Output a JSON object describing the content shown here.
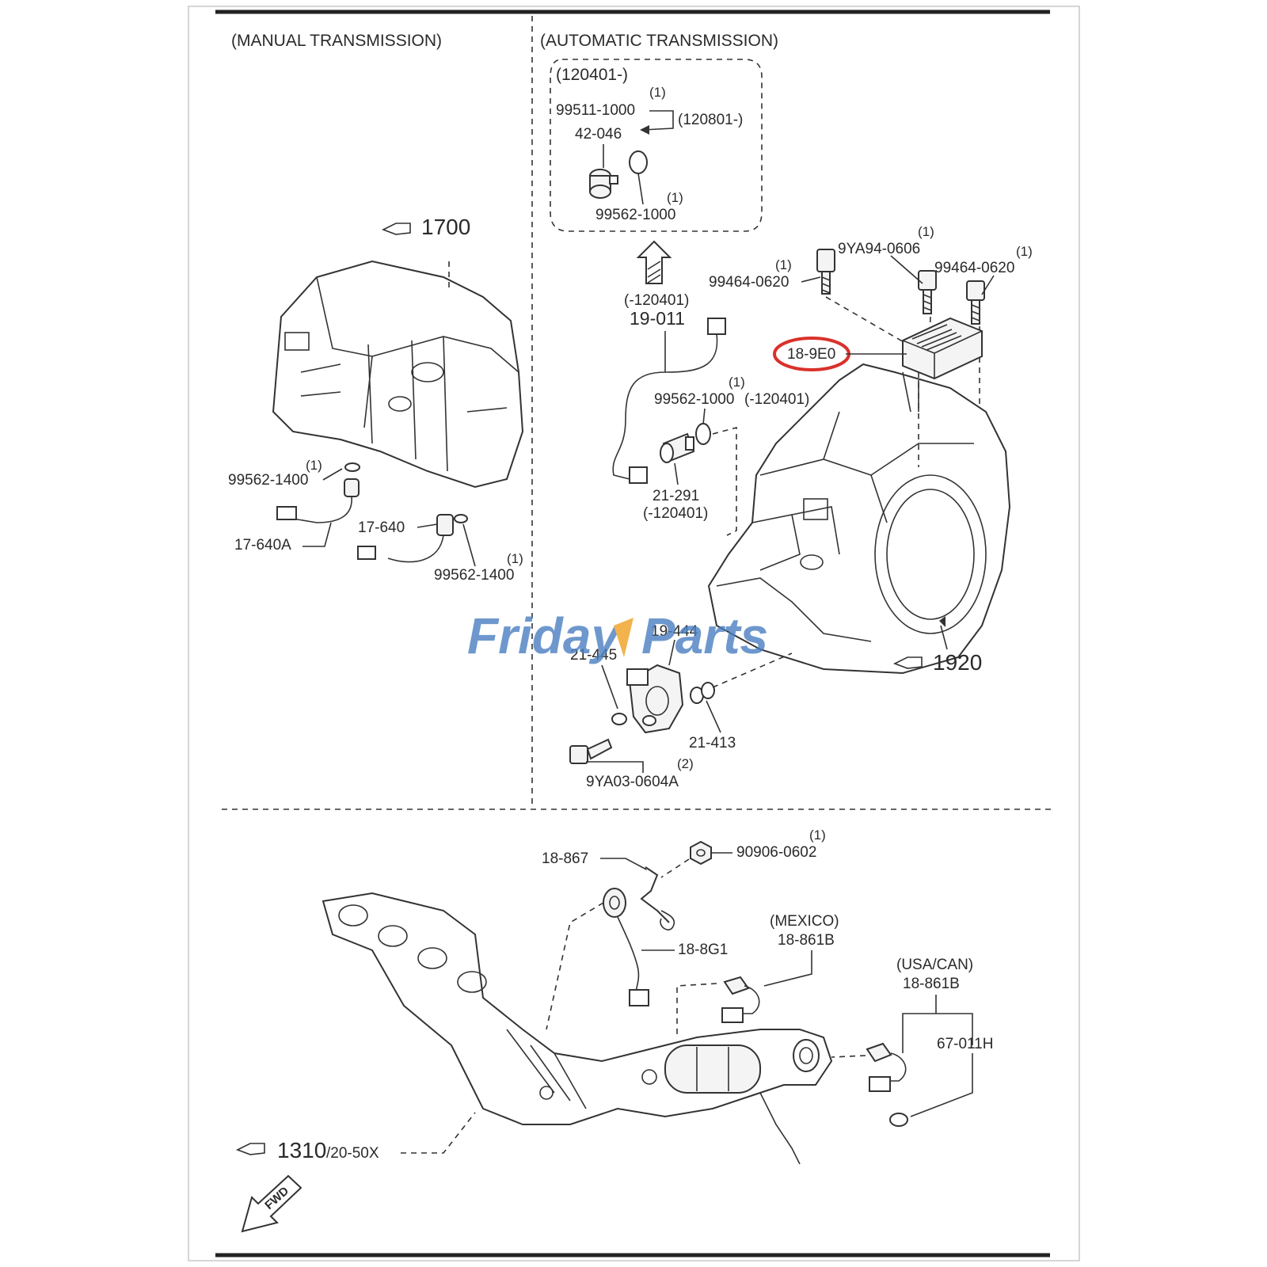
{
  "sections": {
    "manual": "(MANUAL TRANSMISSION)",
    "automatic": "(AUTOMATIC TRANSMISSION)"
  },
  "inset": {
    "title": "(120401-)"
  },
  "watermark": {
    "word1": "Friday",
    "word2": "Parts",
    "color1": "#4a7fc1",
    "color2": "#f0a020"
  },
  "highlight_color": "#d9312b",
  "ref_icon": "pointing-hand-icon",
  "labels": {
    "m_ref_1700": "1700",
    "m_q1": "(1)",
    "m_99562_a": "99562-1400",
    "m_17640a": "17-640A",
    "m_17640": "17-640",
    "m_q2": "(1)",
    "m_99562_b": "99562-1400",
    "i_q1": "(1)",
    "i_99511": "99511-1000",
    "i_120801": "(120801-)",
    "i_42046": "42-046",
    "i_q2": "(1)",
    "i_99562": "99562-1000",
    "a_q1": "(1)",
    "a_9ya94": "9YA94-0606",
    "a_q2": "(1)",
    "a_99464_r": "99464-0620",
    "a_q3": "(1)",
    "a_99464_l": "99464-0620",
    "a_m120401_a": "(-120401)",
    "a_19011": "19-011",
    "a_189e0": "18-9E0",
    "a_q4": "(1)",
    "a_99562": "99562-1000",
    "a_m120401_b": "(-120401)",
    "a_21291": "21-291",
    "a_m120401_c": "(-120401)",
    "a_19444": "19-444",
    "a_21445": "21-445",
    "a_ref_1920": "1920",
    "a_21413": "21-413",
    "a_q5": "(2)",
    "a_9ya03": "9YA03-0604A",
    "e_q1": "(1)",
    "e_18867": "18-867",
    "e_90906": "90906-0602",
    "e_188g1": "18-8G1",
    "e_mexico": "(MEXICO)",
    "e_18861b_a": "18-861B",
    "e_usacan": "(USA/CAN)",
    "e_18861b_b": "18-861B",
    "e_67011h": "67-011H",
    "e_ref_1310": "1310",
    "e_2050x": "/20-50X",
    "e_fwd": "FWD"
  }
}
